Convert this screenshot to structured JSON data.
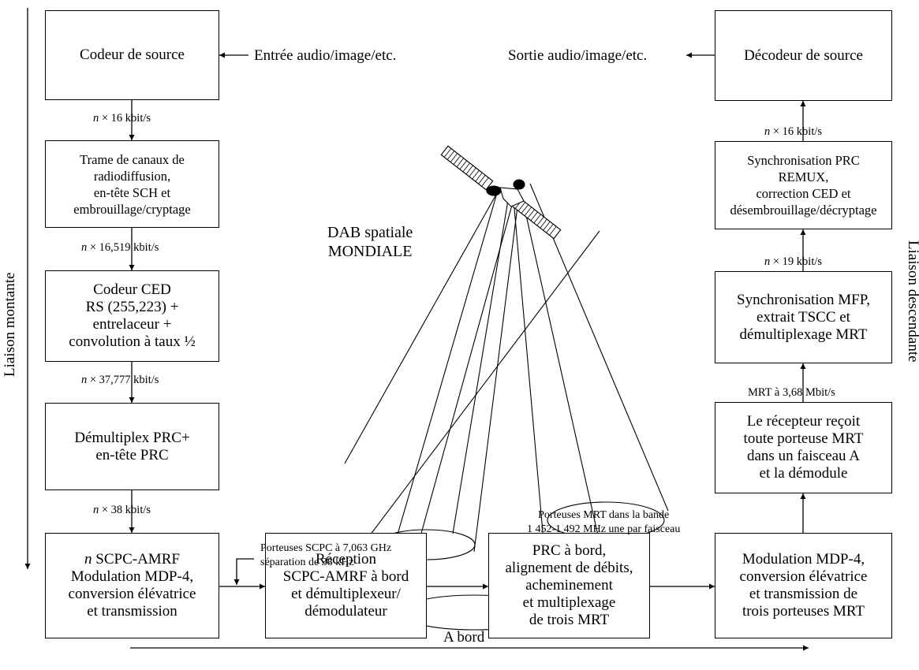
{
  "boxes": {
    "source_coder": "Codeur de source",
    "broadcast_frame": "Trame de canaux de\nradiodiffusion,\nen-tête SCH et\nembrouillage/cryptage",
    "fec_coder": "Codeur CED\nRS (255,223) +\nentrelaceur +\nconvolution à taux ½",
    "prc_demux": "Démultiplex PRC+\nen-tête PRC",
    "scpc_amrf_rest": "SCPC-AMRF\nModulation MDP-4,\nconversion élévatrice\net transmission",
    "scpc_amrf_n": "n",
    "onboard_reception": "Réception\nSCPC-AMRF à bord\net démultiplexeur/\ndémodulateur",
    "onboard_prc": "PRC à bord,\nalignement de débits,\nacheminement\net multiplexage\nde trois MRT",
    "qpsk_modulation": "Modulation MDP-4,\nconversion élévatrice\net transmission de\ntrois porteuses MRT",
    "receiver": "Le récepteur reçoit\ntoute porteuse MRT\ndans un faisceau A\net la démodule",
    "mfp_sync": "Synchronisation MFP,\nextrait TSCC et\ndémultiplexage MRT",
    "prc_sync": "Synchronisation PRC\nREMUX,\ncorrection CED et\ndésembrouillage/décryptage",
    "source_decoder": "Décodeur de source"
  },
  "labels": {
    "input": "Entrée audio/image/etc.",
    "output": "Sortie audio/image/etc.",
    "rate_n": "n",
    "rate_16": "× 16 kbit/s",
    "rate_16519": "× 16,519 kbit/s",
    "rate_37777": "× 37,777 kbit/s",
    "rate_38": "× 38 kbit/s",
    "rate_19": "× 19 kbit/s",
    "rate_16_right": "× 16 kbit/s",
    "mrt_rate": "MRT à 3,68 Mbit/s",
    "scpc_carriers": "Porteuses SCPC à 7,063 GHz\nséparation de 38 kHz",
    "mrt_carriers": "Porteuses MRT dans la bande\n1 452-1 492 MHz une par faisceau",
    "dab": "DAB spatiale\nMONDIALE",
    "uplink": "Liaison montante",
    "downlink": "Liaison descendante",
    "onboard": "A bord"
  }
}
